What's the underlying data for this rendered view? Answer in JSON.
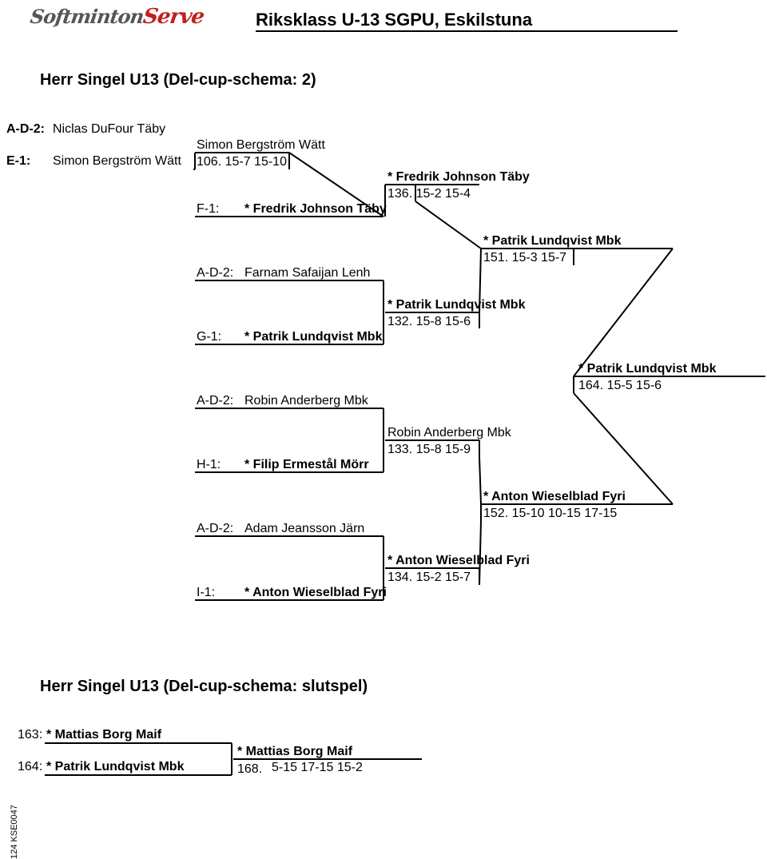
{
  "header": {
    "logo_part1": "Softminton",
    "logo_part2": "Serve",
    "title": "Riksklass U-13 SGPU, Eskilstuna"
  },
  "section1": {
    "title": "Herr Singel U13   (Del-cup-schema: 2)",
    "round1": [
      {
        "seed": "A-D-2:",
        "name": "Niclas DuFour Täby"
      },
      {
        "seed": "E-1:",
        "name": "Simon Bergström Wätt"
      }
    ],
    "entries": [
      {
        "seed": "F-1:",
        "name": "* Fredrik Johnson Täby"
      },
      {
        "seed": "A-D-2:",
        "name": "Farnam Safaijan Lenh"
      },
      {
        "seed": "G-1:",
        "name": "* Patrik Lundqvist Mbk"
      },
      {
        "seed": "A-D-2:",
        "name": "Robin Anderberg Mbk"
      },
      {
        "seed": "H-1:",
        "name": "* Filip Ermestål Mörr"
      },
      {
        "seed": "A-D-2:",
        "name": "Adam Jeansson Järn"
      },
      {
        "seed": "I-1:",
        "name": "* Anton Wieselblad Fyri"
      }
    ],
    "matches": [
      {
        "winner": "Simon Bergström Wätt",
        "result": "106. 15-7   15-10"
      },
      {
        "winner": "* Fredrik Johnson Täby",
        "result": "136. 15-2   15-4"
      },
      {
        "winner": "* Patrik Lundqvist Mbk",
        "result": "132. 15-8   15-6"
      },
      {
        "winner": "Robin Anderberg Mbk",
        "result": "133. 15-8   15-9"
      },
      {
        "winner": "* Anton Wieselblad Fyri",
        "result": "134. 15-2   15-7"
      },
      {
        "winner": "* Patrik Lundqvist Mbk",
        "result": "151. 15-3   15-7"
      },
      {
        "winner": "* Anton Wieselblad Fyri",
        "result": "152. 15-10  10-15  17-15"
      },
      {
        "winner": "* Patrik Lundqvist Mbk",
        "result": "164. 15-5   15-6"
      }
    ]
  },
  "section2": {
    "title": "Herr Singel U13   (Del-cup-schema: slutspel)",
    "entries": [
      {
        "seed": "163:",
        "name": "* Mattias Borg Maif"
      },
      {
        "seed": "164:",
        "name": "* Patrik Lundqvist Mbk"
      }
    ],
    "final": {
      "winner": "* Mattias Borg Maif",
      "num": "168.",
      "score": "5-15   17-15  15-2"
    }
  },
  "footer": {
    "code": "124  KSE0047"
  }
}
